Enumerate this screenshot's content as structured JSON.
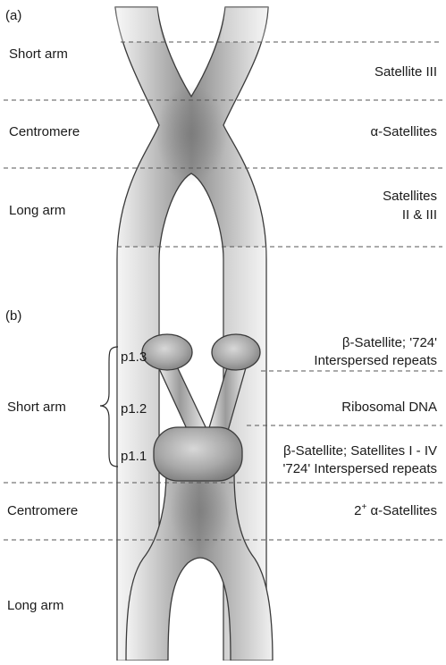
{
  "panel_a": {
    "tag": "(a)",
    "left_labels": {
      "short_arm": "Short arm",
      "centromere": "Centromere",
      "long_arm": "Long arm"
    },
    "right_labels": {
      "satellite_iii": "Satellite III",
      "alpha_satellites": "α-Satellites",
      "satellites_line1": "Satellites",
      "satellites_line2": "II & III"
    }
  },
  "panel_b": {
    "tag": "(b)",
    "left_labels": {
      "short_arm": "Short arm",
      "centromere": "Centromere",
      "long_arm": "Long arm"
    },
    "bands": {
      "p13": "p1.3",
      "p12": "p1.2",
      "p11": "p1.1"
    },
    "right_labels": {
      "p13_line1": "β-Satellite; '724'",
      "p13_line2": "Interspersed repeats",
      "ribosomal": "Ribosomal DNA",
      "p11_line1": "β-Satellite; Satellites I - IV",
      "p11_line2": "'724' Interspersed repeats",
      "centromere_base": "2",
      "centromere_sup": "+",
      "centromere_rest": " α-Satellites"
    }
  }
}
